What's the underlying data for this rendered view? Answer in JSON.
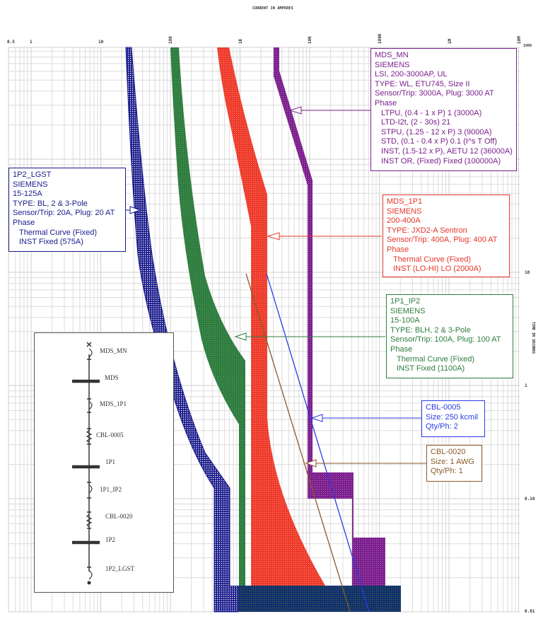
{
  "chart_data": {
    "type": "line",
    "title": "Time-Current Coordination Curves",
    "xlabel": "CURRENT IN AMPERES",
    "ylabel": "TIME IN SECONDS",
    "xscale": "log",
    "yscale": "log",
    "xlim": [
      0.5,
      10000000
    ],
    "ylim": [
      0.01,
      1000
    ],
    "x_tick_labels": [
      "0.5",
      "1",
      "10",
      "100",
      "1K",
      "10K",
      "100K",
      "1M",
      "10M"
    ],
    "y_tick_labels": [
      "1000",
      "10",
      "1",
      "0.10",
      "0.01"
    ],
    "grid": true,
    "series": [
      {
        "name": "1P2_LGST",
        "color": "#1a1a8c",
        "kind": "breaker-band",
        "approx_points_min": [
          [
            20,
            1000
          ],
          [
            30,
            40
          ],
          [
            60,
            0.2
          ],
          [
            70,
            0.1
          ],
          [
            70,
            0.01
          ]
        ],
        "approx_points_max": [
          [
            23,
            1000
          ],
          [
            40,
            40
          ],
          [
            85,
            0.2
          ],
          [
            100,
            0.1
          ],
          [
            100,
            0.01
          ]
        ],
        "instantaneous_A": 575
      },
      {
        "name": "1P1_IP2",
        "color": "#2e7d3e",
        "kind": "breaker-band",
        "approx_points_min": [
          [
            100,
            1000
          ],
          [
            180,
            10
          ],
          [
            300,
            1.5
          ],
          [
            500,
            0.8
          ],
          [
            500,
            0.016
          ]
        ],
        "approx_points_max": [
          [
            125,
            1000
          ],
          [
            250,
            10
          ],
          [
            500,
            2
          ],
          [
            500,
            0.016
          ]
        ],
        "instantaneous_A": 1100
      },
      {
        "name": "MDS_1P1",
        "color": "#ee3a2a",
        "kind": "breaker-band",
        "approx_points_min": [
          [
            400,
            1000
          ],
          [
            750,
            40
          ],
          [
            800,
            0.016
          ]
        ],
        "approx_points_max": [
          [
            600,
            1000
          ],
          [
            1400,
            40
          ],
          [
            1400,
            0.3
          ],
          [
            3000,
            0.05
          ],
          [
            10000,
            0.016
          ]
        ],
        "instantaneous_A": 2000
      },
      {
        "name": "MDS_MN",
        "color": "#7b1f8c",
        "kind": "breaker-band",
        "approx_points_min": [
          [
            3000,
            1000
          ],
          [
            3000,
            500
          ],
          [
            9000,
            40
          ],
          [
            9000,
            0.15
          ],
          [
            36000,
            0.06
          ],
          [
            36000,
            0.016
          ]
        ],
        "approx_points_max": [
          [
            3600,
            1000
          ],
          [
            3600,
            500
          ],
          [
            11000,
            40
          ],
          [
            11000,
            0.1
          ],
          [
            60000,
            0.1
          ],
          [
            60000,
            0.02
          ],
          [
            100000,
            0.016
          ]
        ],
        "settings": {
          "LTPU_A": 3000,
          "LTD_I2t": 21,
          "STPU_A": 9000,
          "STD_s": 0.1,
          "INST_A": 36000,
          "INST_OR_A": 100000
        }
      },
      {
        "name": "CBL-0005",
        "color": "#2a3ae8",
        "kind": "cable-damage",
        "approx_points": [
          [
            1400,
            10
          ],
          [
            9000,
            0.3
          ],
          [
            60000,
            0.01
          ]
        ]
      },
      {
        "name": "CBL-0020",
        "color": "#8a5a2b",
        "kind": "cable-damage",
        "approx_points": [
          [
            1000,
            10
          ],
          [
            8000,
            0.15
          ],
          [
            40000,
            0.01
          ]
        ]
      }
    ]
  },
  "axes": {
    "x_title": "CURRENT IN AMPERES",
    "y_title": "TIME IN SECONDS",
    "x_ticks": [
      {
        "label": "0.5",
        "x": 12
      },
      {
        "label": "1",
        "x": 42
      },
      {
        "label": "10",
        "x": 140
      },
      {
        "label": "100",
        "x": 238
      },
      {
        "label": "1K",
        "x": 337
      },
      {
        "label": "10K",
        "x": 435
      },
      {
        "label": "100K",
        "x": 534
      },
      {
        "label": "1M",
        "x": 633
      },
      {
        "label": "10M",
        "x": 731
      }
    ],
    "y_ticks": [
      {
        "label": "1000",
        "y": 62
      },
      {
        "label": "10",
        "y": 383
      },
      {
        "label": "1",
        "y": 543
      },
      {
        "label": "0.10",
        "y": 703
      },
      {
        "label": "0.01",
        "y": 862
      }
    ]
  },
  "labels": {
    "mds_mn": {
      "color": "#7b1f8c",
      "lines": [
        "MDS_MN",
        "SIEMENS",
        "LSI, 200-3000AP, UL",
        "TYPE: WL, ETU745, Size II",
        "Sensor/Trip: 3000A, Plug: 3000 AT",
        "Phase"
      ],
      "settings": [
        "LTPU, (0.4 - 1 x P) 1 (3000A)",
        "LTD-I2t, (2 - 30s) 21",
        "STPU, (1.25 - 12 x P) 3 (9000A)",
        "STD, (0.1 - 0.4 x P) 0.1 (I^s T Off)",
        "INST, (1.5-12 x P),  AETU 12 (36000A)",
        "INST OR, (Fixed) Fixed (100000A)"
      ]
    },
    "p2_lgst": {
      "color": "#1a1a8c",
      "lines": [
        "1P2_LGST",
        "SIEMENS",
        "15-125A",
        "TYPE: BL, 2 & 3-Pole",
        "Sensor/Trip: 20A, Plug: 20 AT",
        "Phase"
      ],
      "settings": [
        "Thermal Curve (Fixed)",
        "INST Fixed (575A)"
      ]
    },
    "mds_1p1": {
      "color": "#e8342a",
      "lines": [
        "MDS_1P1",
        "SIEMENS",
        "200-400A",
        "TYPE: JXD2-A Sentron",
        "Sensor/Trip: 400A, Plug: 400 AT",
        "Phase"
      ],
      "settings": [
        "Thermal Curve (Fixed)",
        "INST (LO-HI) LO (2000A)"
      ]
    },
    "p1_ip2": {
      "color": "#2e7d3e",
      "lines": [
        "1P1_IP2",
        "SIEMENS",
        "15-100A",
        "TYPE: BLH, 2 & 3-Pole",
        "Sensor/Trip: 100A, Plug: 100 AT",
        "Phase"
      ],
      "settings": [
        "Thermal Curve (Fixed)",
        "INST Fixed (1100A)"
      ]
    },
    "cbl_0005": {
      "color": "#2a3ae8",
      "lines": [
        "CBL-0005",
        "Size: 250 kcmil",
        "Qty/Ph: 2"
      ]
    },
    "cbl_0020": {
      "color": "#8a5a2b",
      "lines": [
        "CBL-0020",
        "Size: 1 AWG",
        "Qty/Ph: 1"
      ]
    }
  },
  "one_line": {
    "items": [
      {
        "label": "MDS_MN",
        "kind": "breaker"
      },
      {
        "label": "MDS",
        "kind": "bus"
      },
      {
        "label": "MDS_1P1",
        "kind": "breaker"
      },
      {
        "label": "CBL-0005",
        "kind": "cable"
      },
      {
        "label": "1P1",
        "kind": "bus"
      },
      {
        "label": "1P1_IP2",
        "kind": "breaker"
      },
      {
        "label": "CBL-0020",
        "kind": "cable"
      },
      {
        "label": "1P2",
        "kind": "bus"
      },
      {
        "label": "1P2_LGST",
        "kind": "breaker"
      }
    ]
  }
}
